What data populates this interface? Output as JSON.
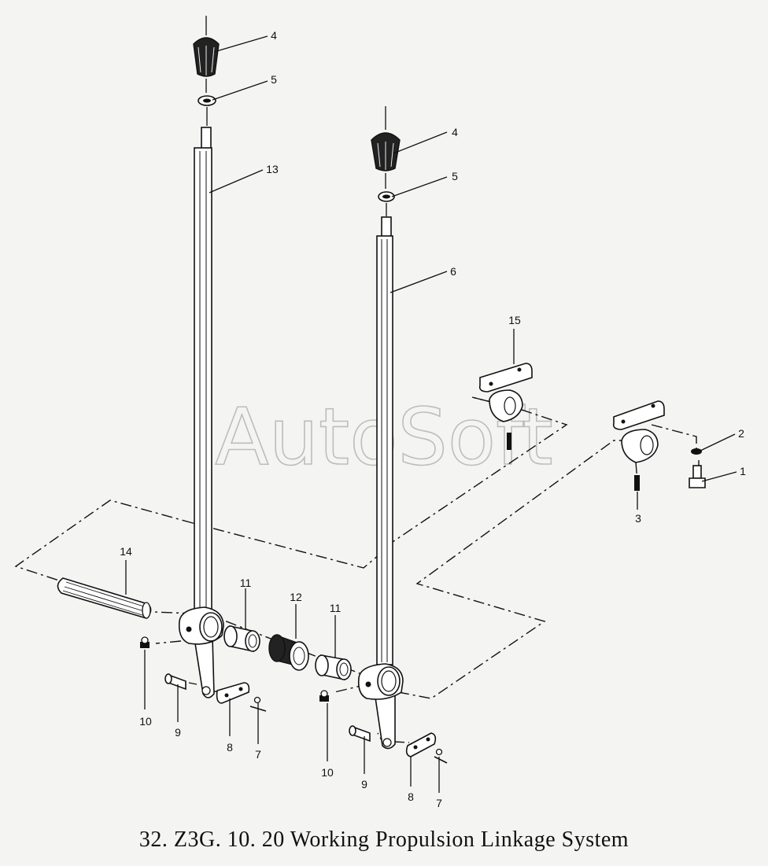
{
  "caption": "32. Z3G. 10. 20 Working Propulsion Linkage System",
  "watermark": "AutoSoft",
  "labels": {
    "l4a": "4",
    "l5a": "5",
    "l13": "13",
    "l4b": "4",
    "l5b": "5",
    "l6": "6",
    "l15": "15",
    "l2": "2",
    "l1": "1",
    "l3": "3",
    "l14": "14",
    "l11a": "11",
    "l12": "12",
    "l11b": "11",
    "l10a": "10",
    "l9a": "9",
    "l8a": "8",
    "l7a": "7",
    "l10b": "10",
    "l9b": "9",
    "l8b": "8",
    "l7b": "7"
  },
  "icons": [
    "knob-icon",
    "washer-icon",
    "lever-rod-icon",
    "clamp-arm-icon",
    "bushing-icon",
    "pin-icon",
    "plate-icon",
    "cotter-icon",
    "grease-nipple-icon",
    "bolt-icon",
    "shaft-icon"
  ]
}
